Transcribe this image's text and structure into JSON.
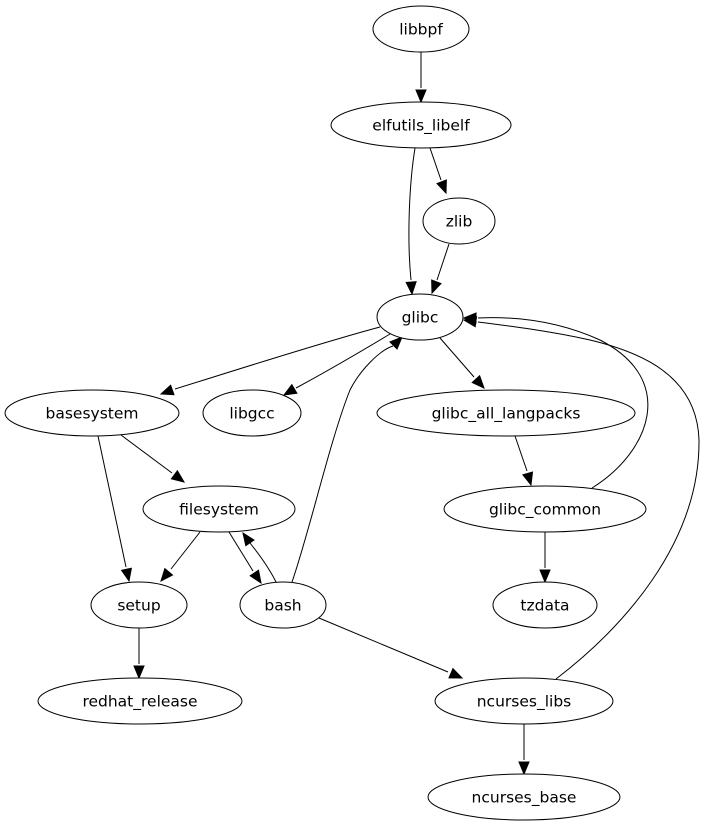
{
  "graph": {
    "type": "directed-dependency-graph",
    "nodes": [
      {
        "id": "libbpf",
        "label": "libbpf"
      },
      {
        "id": "elfutils_libelf",
        "label": "elfutils_libelf"
      },
      {
        "id": "zlib",
        "label": "zlib"
      },
      {
        "id": "glibc",
        "label": "glibc"
      },
      {
        "id": "basesystem",
        "label": "basesystem"
      },
      {
        "id": "libgcc",
        "label": "libgcc"
      },
      {
        "id": "glibc_all_langpacks",
        "label": "glibc_all_langpacks"
      },
      {
        "id": "filesystem",
        "label": "filesystem"
      },
      {
        "id": "glibc_common",
        "label": "glibc_common"
      },
      {
        "id": "setup",
        "label": "setup"
      },
      {
        "id": "bash",
        "label": "bash"
      },
      {
        "id": "tzdata",
        "label": "tzdata"
      },
      {
        "id": "redhat_release",
        "label": "redhat_release"
      },
      {
        "id": "ncurses_libs",
        "label": "ncurses_libs"
      },
      {
        "id": "ncurses_base",
        "label": "ncurses_base"
      }
    ],
    "edges": [
      {
        "from": "libbpf",
        "to": "elfutils_libelf"
      },
      {
        "from": "elfutils_libelf",
        "to": "glibc"
      },
      {
        "from": "elfutils_libelf",
        "to": "zlib"
      },
      {
        "from": "zlib",
        "to": "glibc"
      },
      {
        "from": "glibc",
        "to": "basesystem"
      },
      {
        "from": "glibc",
        "to": "libgcc"
      },
      {
        "from": "glibc",
        "to": "glibc_all_langpacks"
      },
      {
        "from": "glibc_all_langpacks",
        "to": "glibc_common"
      },
      {
        "from": "glibc_common",
        "to": "glibc"
      },
      {
        "from": "glibc_common",
        "to": "tzdata"
      },
      {
        "from": "basesystem",
        "to": "filesystem"
      },
      {
        "from": "basesystem",
        "to": "setup"
      },
      {
        "from": "filesystem",
        "to": "setup"
      },
      {
        "from": "filesystem",
        "to": "bash"
      },
      {
        "from": "bash",
        "to": "filesystem"
      },
      {
        "from": "bash",
        "to": "glibc"
      },
      {
        "from": "bash",
        "to": "ncurses_libs"
      },
      {
        "from": "setup",
        "to": "redhat_release"
      },
      {
        "from": "ncurses_libs",
        "to": "glibc"
      },
      {
        "from": "ncurses_libs",
        "to": "ncurses_base"
      }
    ]
  }
}
